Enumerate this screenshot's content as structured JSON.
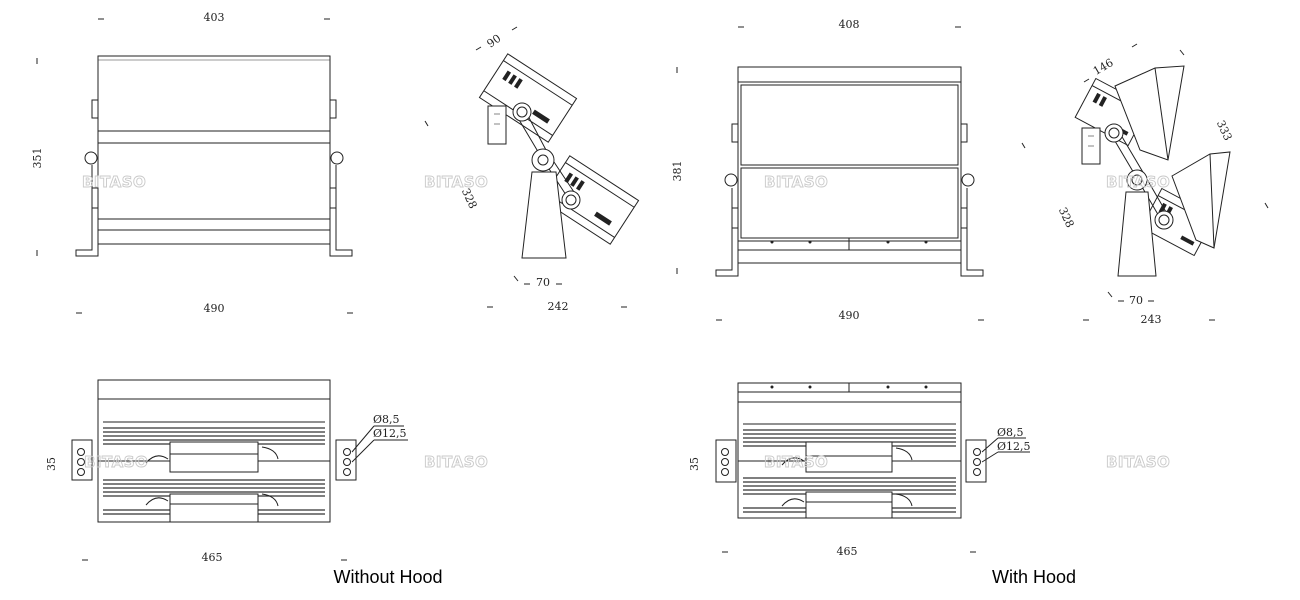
{
  "brand": {
    "watermark": "BITASO"
  },
  "without_hood": {
    "caption": "Without Hood",
    "front": {
      "width": "403",
      "height": "351",
      "bracket_width": "490"
    },
    "side": {
      "angle_dim": "90",
      "depth": "328",
      "base_depth": "70",
      "overall_depth": "242"
    },
    "bottom": {
      "width": "465",
      "hole_spacing": "35",
      "hole_small": "Ø8,5",
      "hole_large": "Ø12,5"
    }
  },
  "with_hood": {
    "caption": "With Hood",
    "front": {
      "width": "408",
      "height": "381",
      "bracket_width": "490"
    },
    "side": {
      "hood_dim": "146",
      "hood_length": "333",
      "depth": "328",
      "base_depth": "70",
      "overall_depth": "243"
    },
    "bottom": {
      "width": "465",
      "hole_spacing": "35",
      "hole_small": "Ø8,5",
      "hole_large": "Ø12,5"
    }
  }
}
